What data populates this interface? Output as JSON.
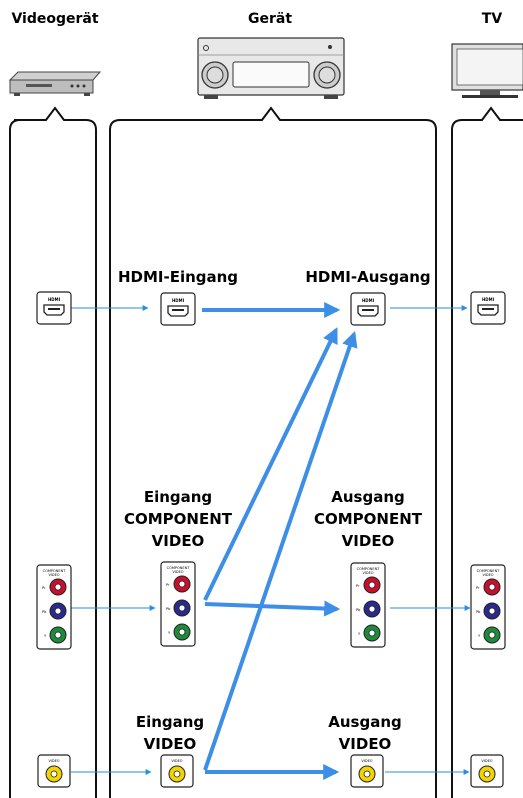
{
  "headers": {
    "source": "Videogerät",
    "receiver": "Gerät",
    "tv": "TV"
  },
  "labels": {
    "hdmi_in": "HDMI-Eingang",
    "hdmi_out": "HDMI-Ausgang",
    "comp_in": [
      "Eingang",
      "COMPONENT",
      "VIDEO"
    ],
    "comp_out": [
      "Ausgang",
      "COMPONENT",
      "VIDEO"
    ],
    "video_in": [
      "Eingang",
      "VIDEO"
    ],
    "video_out": [
      "Ausgang",
      "VIDEO"
    ]
  },
  "jacks": {
    "hdmi": "HDMI",
    "component_line1": "COMPONENT",
    "component_line2": "VIDEO",
    "pr": "PR",
    "pb": "PB",
    "y": "Y",
    "video": "VIDEO"
  },
  "colors": {
    "thin_line": "#2a8de0",
    "thick_arrow": "#3d8ee6",
    "pr": "#c8102e",
    "pb": "#2a2a8c",
    "y": "#1e8a3a",
    "video": "#f2d500"
  }
}
